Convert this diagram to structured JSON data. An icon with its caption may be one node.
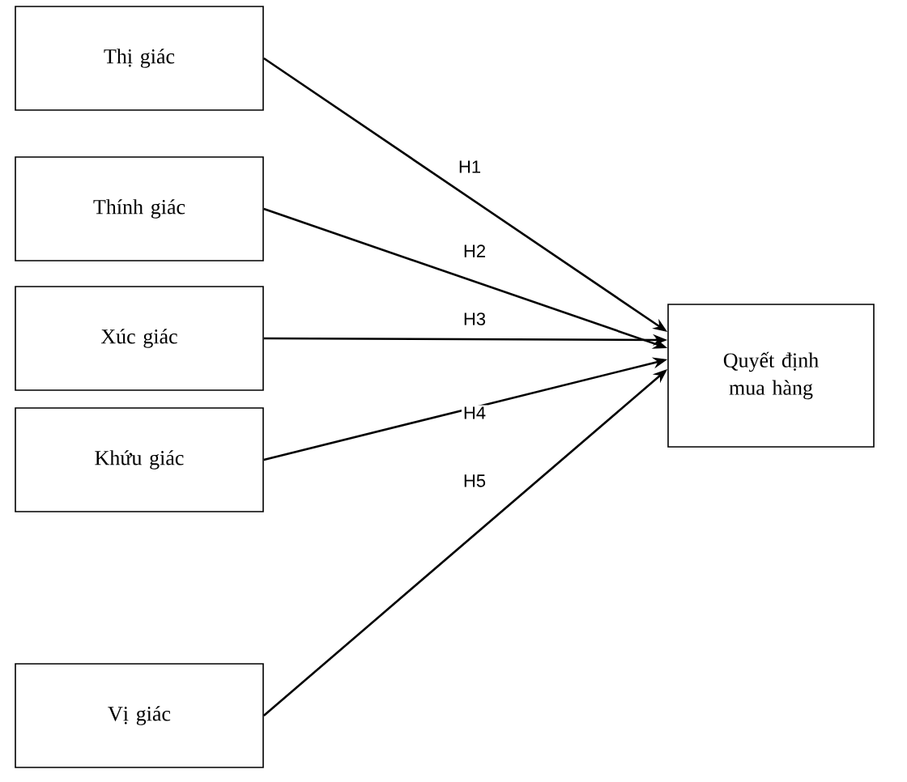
{
  "diagram": {
    "nodes": [
      {
        "text": [
          "Thị giác"
        ]
      },
      {
        "text": [
          "Thính giác"
        ]
      },
      {
        "text": [
          "Xúc giác"
        ]
      },
      {
        "text": [
          "Khứu giác"
        ]
      },
      {
        "text": [
          "Vị giác"
        ]
      },
      {
        "text": [
          "Quyết định mua hàng"
        ]
      }
    ],
    "edges": [
      {
        "from": 0,
        "to": 5,
        "arrow": "to",
        "label": "H1"
      },
      {
        "from": 1,
        "to": 5,
        "arrow": "to",
        "label": "H2"
      },
      {
        "from": 2,
        "to": 5,
        "arrow": "to",
        "label": "H3"
      },
      {
        "from": 3,
        "to": 5,
        "arrow": "to",
        "label": "H4"
      },
      {
        "from": 4,
        "to": 5,
        "arrow": "to",
        "label": "H5"
      }
    ]
  }
}
